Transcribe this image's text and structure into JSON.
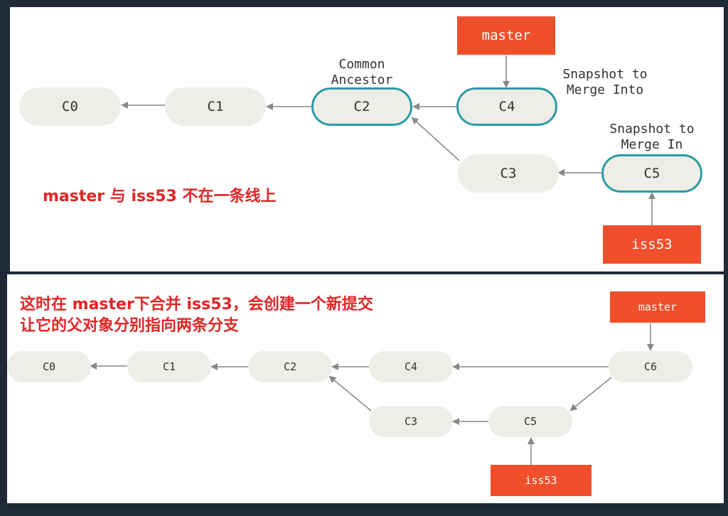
{
  "top": {
    "commits": {
      "c0": "C0",
      "c1": "C1",
      "c2": "C2",
      "c3": "C3",
      "c4": "C4",
      "c5": "C5"
    },
    "branches": {
      "master": "master",
      "iss53": "iss53"
    },
    "annotations": {
      "common_ancestor": [
        "Common",
        "Ancestor"
      ],
      "merge_into": [
        "Snapshot to",
        "Merge Into"
      ],
      "merge_in": [
        "Snapshot to",
        "Merge In"
      ]
    },
    "caption": "master 与 iss53 不在一条线上"
  },
  "bottom": {
    "commits": {
      "c0": "C0",
      "c1": "C1",
      "c2": "C2",
      "c3": "C3",
      "c4": "C4",
      "c5": "C5",
      "c6": "C6"
    },
    "branches": {
      "master": "master",
      "iss53": "iss53"
    },
    "caption": [
      "这时在 master下合并 iss53，会创建一个新提交",
      "让它的父对象分别指向两条分支"
    ]
  },
  "colors": {
    "branch": "#f04f2b",
    "highlight_border": "#2c9ba6",
    "commit_fill": "#eeede7",
    "caption": "#e02525",
    "arrow": "#888888"
  }
}
